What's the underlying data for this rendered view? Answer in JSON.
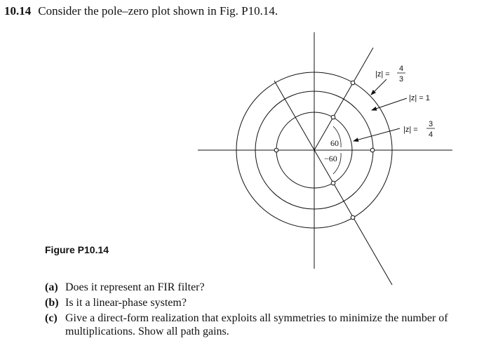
{
  "problem": {
    "number": "10.14",
    "statement": "Consider the pole–zero plot shown in Fig. P10.14."
  },
  "figure": {
    "caption": "Figure P10.14",
    "radius_labels": {
      "outer": {
        "prefix": "|z| =",
        "num": "4",
        "den": "3"
      },
      "unit": "|z| = 1",
      "inner": {
        "prefix": "|z| =",
        "num": "3",
        "den": "4"
      }
    },
    "angle_labels": {
      "upper": "60",
      "lower": "−60"
    }
  },
  "questions": [
    {
      "letter": "(a)",
      "text": "Does it represent an FIR filter?"
    },
    {
      "letter": "(b)",
      "text": "Is it a linear-phase system?"
    },
    {
      "letter": "(c)",
      "text": "Give a direct-form realization that exploits all symmetries to minimize the number of multiplications. Show all path gains."
    }
  ]
}
